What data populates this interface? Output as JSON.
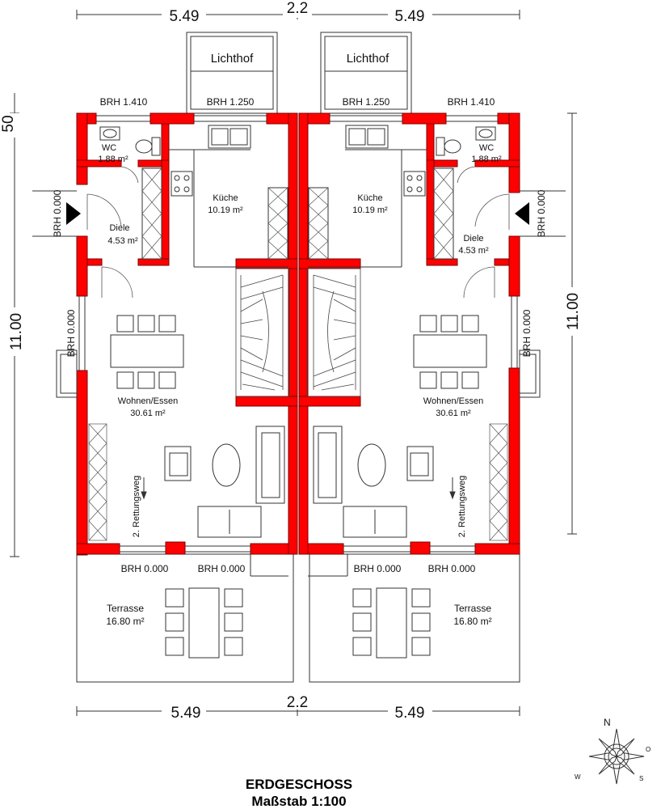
{
  "plan": {
    "title": "ERDGESCHOSS",
    "scale": "Maßstab 1:100",
    "dims": {
      "top_left": "5.49",
      "top_mid": "2.2",
      "top_right": "5.49",
      "bottom_left": "5.49",
      "bottom_mid": "2.2",
      "bottom_right": "5.49",
      "side_height_left": "11.00",
      "side_height_right": "11.00",
      "side_small": "50"
    },
    "labels": {
      "lichthof_left": "Lichthof",
      "lichthof_right": "Lichthof",
      "brh_top_left_outer": "BRH 1.410",
      "brh_top_left_inner": "BRH 1.250",
      "brh_top_right_inner": "BRH 1.250",
      "brh_top_right_outer": "BRH 1.410",
      "brh_side_left_top": "BRH 0.000",
      "brh_side_left_mid": "BRH 0.000",
      "brh_side_right_top": "BRH 0.000",
      "brh_side_right_mid": "BRH 0.000",
      "brh_bottom_1": "BRH 0.000",
      "brh_bottom_2": "BRH 0.000",
      "brh_bottom_3": "BRH 0.000",
      "brh_bottom_4": "BRH 0.000",
      "rettung_left": "2. Rettungsweg",
      "rettung_right": "2. Rettungsweg"
    },
    "rooms": {
      "wc_left": {
        "name": "WC",
        "area": "1.88 m²"
      },
      "wc_right": {
        "name": "WC",
        "area": "1.88 m²"
      },
      "diele_left": {
        "name": "Diele",
        "area": "4.53 m²"
      },
      "diele_right": {
        "name": "Diele",
        "area": "4.53 m²"
      },
      "kueche_left": {
        "name": "Küche",
        "area": "10.19 m²"
      },
      "kueche_right": {
        "name": "Küche",
        "area": "10.19 m²"
      },
      "wohnen_left": {
        "name": "Wohnen/Essen",
        "area": "30.61 m²"
      },
      "wohnen_right": {
        "name": "Wohnen/Essen",
        "area": "30.61 m²"
      },
      "terrasse_left": {
        "name": "Terrasse",
        "area": "16.80 m²"
      },
      "terrasse_right": {
        "name": "Terrasse",
        "area": "16.80 m²"
      }
    },
    "compass": {
      "n": "N",
      "o": "O",
      "s": "S",
      "w": "W"
    },
    "colors": {
      "wall": "#ff0000"
    }
  }
}
